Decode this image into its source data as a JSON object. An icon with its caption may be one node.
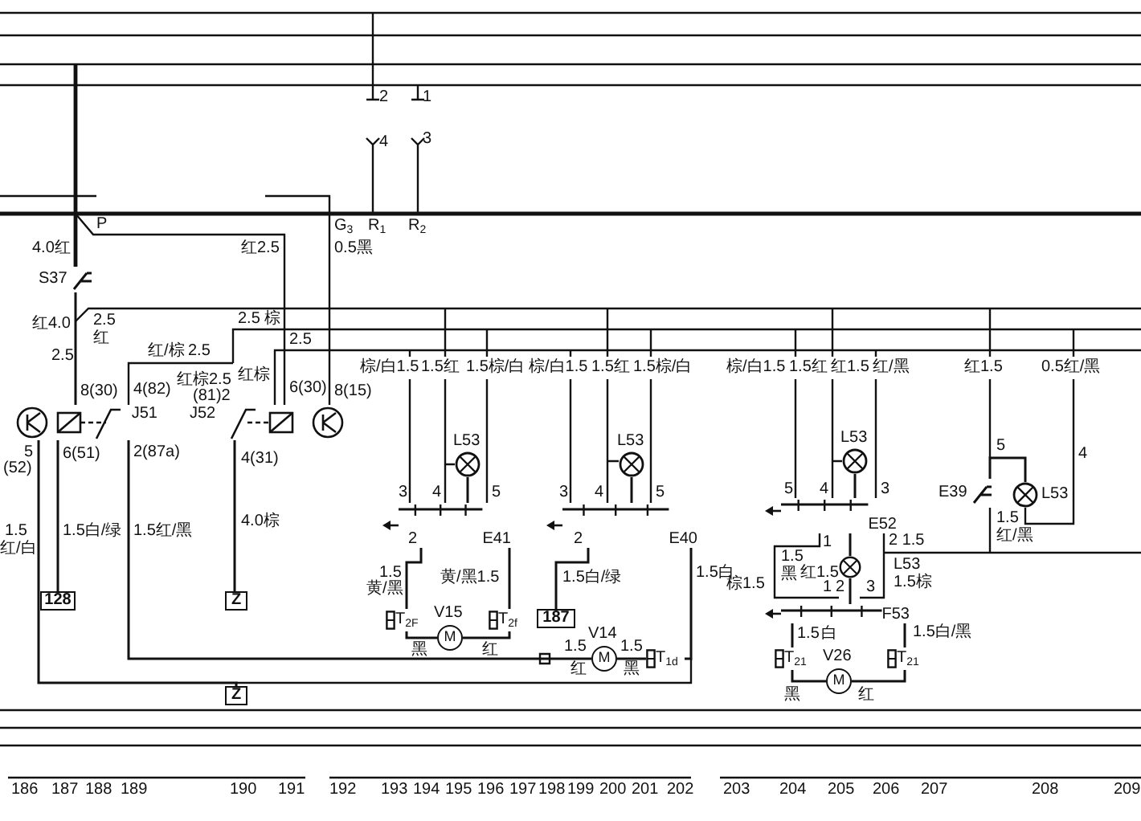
{
  "diagram": {
    "nodes": [
      {
        "text": [
          "S37"
        ]
      },
      {
        "text": [
          "J51"
        ]
      },
      {
        "text": [
          "J52"
        ]
      },
      {
        "text": [
          "128"
        ]
      },
      {
        "text": [
          "Z"
        ]
      },
      {
        "text": [
          "Z"
        ]
      },
      {
        "text": [],
        "shape": "circle",
        "beside": [
          "L53"
        ]
      },
      {
        "text": [
          "E41"
        ]
      },
      {
        "text": [
          "M"
        ],
        "beside": [
          "V15"
        ]
      },
      {
        "text": [
          "T$_{2F}$"
        ]
      },
      {
        "text": [
          "T$_{2f}$"
        ]
      },
      {
        "text": [],
        "shape": "circle",
        "beside": [
          "L53"
        ]
      },
      {
        "text": [
          "E40"
        ]
      },
      {
        "text": [
          "187"
        ]
      },
      {
        "text": [
          "M"
        ],
        "beside": [
          "V14"
        ]
      },
      {
        "text": [
          "T$_{1d}$"
        ]
      },
      {
        "text": [],
        "shape": "circle",
        "beside": [
          "L53"
        ]
      },
      {
        "text": [
          "E52"
        ]
      },
      {
        "text": [],
        "shape": "circle"
      },
      {
        "text": [
          "F53"
        ]
      },
      {
        "text": [
          "M"
        ],
        "beside": [
          "V26"
        ]
      },
      {
        "text": [
          "T$_{21}$"
        ]
      },
      {
        "text": [
          "T$_{21}$"
        ]
      },
      {
        "text": [],
        "shape": "circle",
        "beside": [
          "L53"
        ]
      },
      {
        "text": [
          "E39"
        ]
      }
    ],
    "edges": [
      {
        "from": 0,
        "to": 1,
        "arrow": "none"
      },
      {
        "from": 1,
        "to": 3,
        "arrow": "none"
      },
      {
        "from": 1,
        "to": 14,
        "arrow": "none"
      },
      {
        "from": 1,
        "to": 5,
        "arrow": "none"
      },
      {
        "from": 2,
        "to": 4,
        "arrow": "none"
      },
      {
        "from": 6,
        "to": 7,
        "arrow": "none"
      },
      {
        "from": 7,
        "to": 9,
        "arrow": "none"
      },
      {
        "from": 7,
        "to": 10,
        "arrow": "none"
      },
      {
        "from": 9,
        "to": 8,
        "arrow": "none"
      },
      {
        "from": 8,
        "to": 10,
        "arrow": "none"
      },
      {
        "from": 11,
        "to": 12,
        "arrow": "none"
      },
      {
        "from": 12,
        "to": 13,
        "arrow": "none"
      },
      {
        "from": 12,
        "to": 15,
        "arrow": "none"
      },
      {
        "from": 15,
        "to": 14,
        "arrow": "none"
      },
      {
        "from": 16,
        "to": 17,
        "arrow": "none"
      },
      {
        "from": 17,
        "to": 18,
        "arrow": "none"
      },
      {
        "from": 18,
        "to": 19,
        "arrow": "none"
      },
      {
        "from": 19,
        "to": 21,
        "arrow": "none"
      },
      {
        "from": 19,
        "to": 22,
        "arrow": "none"
      },
      {
        "from": 21,
        "to": 20,
        "arrow": "none"
      },
      {
        "from": 20,
        "to": 22,
        "arrow": "none"
      },
      {
        "from": 24,
        "to": 23,
        "arrow": "none"
      }
    ],
    "labels": [
      "2",
      "1",
      "4",
      "3",
      "P",
      "G$_{3}$",
      "R$_{1}$",
      "R$_{2}$",
      "4.0红",
      "红2.5",
      "0.5黑",
      "红4.0",
      "2.5",
      "红",
      "2.5",
      "红/棕",
      "2.5",
      "2.5 棕",
      "2.5",
      "红棕",
      "8(30)",
      "4(82)",
      "红棕2.5",
      "(81)2",
      "6(30)",
      "8(15)",
      "5",
      "(52)",
      "6(51)",
      "2(87a)",
      "4(31)",
      "1.5",
      "红/白",
      "1.5白/绿",
      "1.5红/黑",
      "4.0棕",
      "棕/白1.5",
      "1.5红",
      "1.5棕/白",
      "棕/白1.5",
      "1.5红",
      "1.5棕/白",
      "棕/白1.5",
      "1.5红",
      "红1.5",
      "红/黑",
      "红1.5",
      "0.5红/黑",
      "3",
      "4",
      "5",
      "2",
      "1.5",
      "黄/黑",
      "黄/黑1.5",
      "黑",
      "红",
      "3",
      "4",
      "5",
      "2",
      "1.5白/绿",
      "1.5白",
      "1.5",
      "红",
      "1.5",
      "黑",
      "5",
      "4",
      "3",
      "1",
      "2 1.5",
      "1.5",
      "黑",
      "红1.5",
      "L53",
      "棕1.5",
      "1",
      "2",
      "3",
      "1.5棕",
      "1.5",
      "白",
      "1.5白/黑",
      "黑",
      "红",
      "5",
      "4",
      "1.5",
      "红/黑",
      "186",
      "187",
      "188",
      "189",
      "190",
      "191",
      "192",
      "193",
      "194",
      "195",
      "196",
      "197",
      "198",
      "199",
      "200",
      "201",
      "202",
      "203",
      "204",
      "205",
      "206",
      "207",
      "208",
      "209"
    ]
  }
}
